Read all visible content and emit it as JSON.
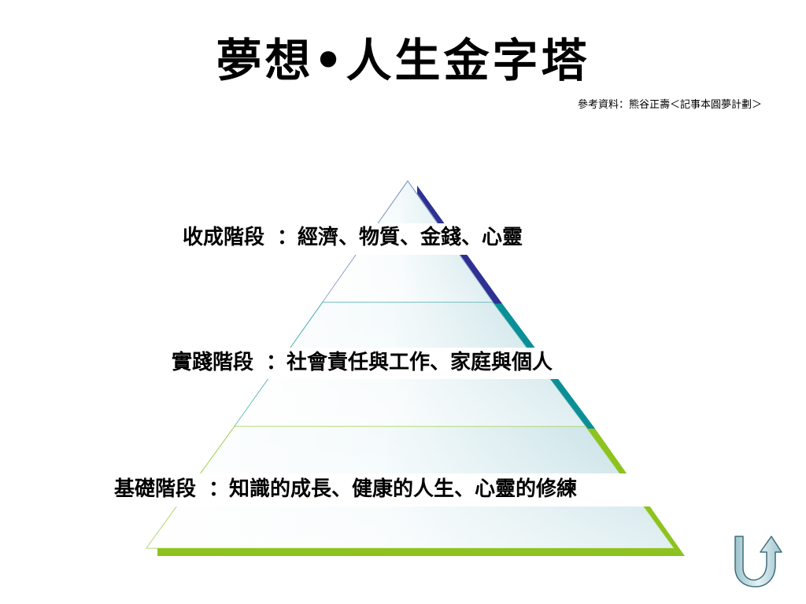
{
  "slide": {
    "title": "夢想•人生金字塔",
    "source": "參考資料：熊谷正壽＜記事本圓夢計劃＞"
  },
  "pyramid": {
    "tiers": [
      {
        "stage": "收成階段",
        "sep": "：",
        "desc": "經濟、物質、金錢、心靈",
        "accent": "#2E3192"
      },
      {
        "stage": "實踐階段",
        "sep": "：",
        "desc": "社會責任與工作、家庭與個人",
        "accent": "#008B8B"
      },
      {
        "stage": "基礎階段",
        "sep": "：",
        "desc": "知識的成長、健康的人生、心靈的修練",
        "accent": "#8DC21F"
      }
    ],
    "fill_light": "#FFFFFF",
    "fill_tint": "#C9E3E8"
  },
  "nav": {
    "return_icon": "u-turn-arrow-icon"
  }
}
